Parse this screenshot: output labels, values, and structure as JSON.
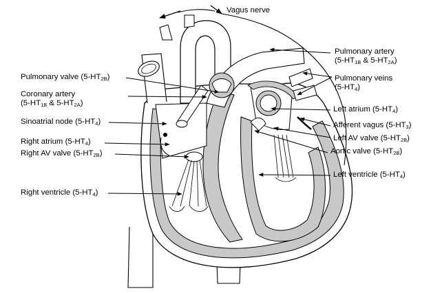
{
  "labels": {
    "vagus_nerve": "Vagus nerve",
    "pulmonary_artery": {
      "line1": "Pulmonary artery",
      "prefix": "(5-HT",
      "sub1": "1B",
      "mid": " & 5-HT",
      "sub2": "2A",
      "suffix": ")"
    },
    "pulmonary_valve": {
      "prefix": "Pulmonary valve (5-HT",
      "sub": "2B",
      "suffix": ")"
    },
    "pulmonary_veins": {
      "line1": "Pulmonary veins",
      "prefix": "(5-HT",
      "sub": "4",
      "suffix": ")"
    },
    "coronary_artery": {
      "line1": "Coronary artery",
      "prefix": "(5-HT",
      "sub1": "1B",
      "mid": " & 5-HT",
      "sub2": "2A",
      "suffix": ")"
    },
    "left_atrium": {
      "prefix": "Left atrium (5-HT",
      "sub": "4",
      "suffix": ")"
    },
    "sinoatrial_node": {
      "prefix": "Sinoatrial node (5-HT",
      "sub": "4",
      "suffix": ")"
    },
    "afferent_vagus": {
      "prefix": "Afferent vagus (5-HT",
      "sub": "3",
      "suffix": ")"
    },
    "right_atrium": {
      "prefix": "Right atrium (5-HT",
      "sub": "4",
      "suffix": ")"
    },
    "left_av_valve": {
      "prefix": "Left AV valve (5-HT",
      "sub": "2B",
      "suffix": ")"
    },
    "right_av_valve": {
      "prefix": "Right AV valve (5-HT",
      "sub": "2B",
      "suffix": ")"
    },
    "aortic_valve": {
      "prefix": "Aortic valve (5-HT",
      "sub": "2B",
      "suffix": ")"
    },
    "left_ventricle": {
      "prefix": "Left ventricle (5-HT",
      "sub": "4",
      "suffix": ")"
    },
    "right_ventricle": {
      "prefix": "Right ventricle (5-HT",
      "sub": "4",
      "suffix": ")"
    }
  },
  "colors": {
    "tissue": "#c8c8c8",
    "outline": "#000000",
    "background": "#ffffff"
  }
}
